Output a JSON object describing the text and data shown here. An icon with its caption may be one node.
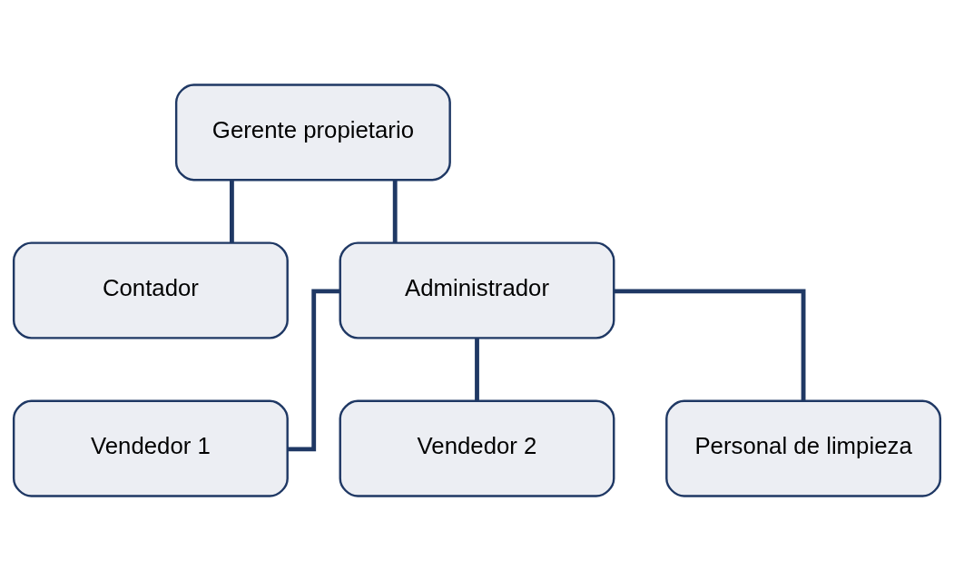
{
  "diagram": {
    "nodes": [
      {
        "text": [
          "Gerente propietario"
        ]
      },
      {
        "text": [
          "Contador"
        ]
      },
      {
        "text": [
          "Administrador"
        ]
      },
      {
        "text": [
          "Vendedor 1"
        ]
      },
      {
        "text": [
          "Vendedor 2"
        ]
      },
      {
        "text": [
          "Personal de limpieza"
        ]
      }
    ],
    "edges": [
      {
        "from": 0,
        "to": 1,
        "arrow": "none"
      },
      {
        "from": 0,
        "to": 2,
        "arrow": "none"
      },
      {
        "from": 2,
        "to": 3,
        "arrow": "none"
      },
      {
        "from": 2,
        "to": 4,
        "arrow": "none"
      },
      {
        "from": 2,
        "to": 5,
        "arrow": "none"
      }
    ]
  }
}
